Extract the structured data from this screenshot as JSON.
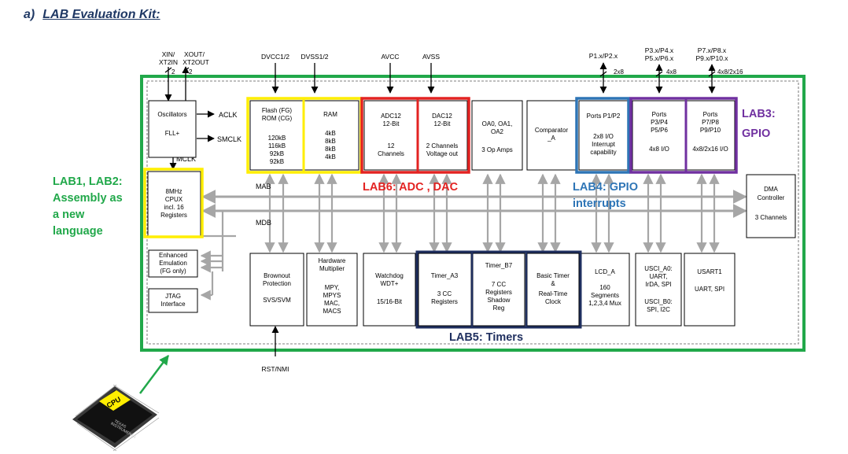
{
  "heading": {
    "prefix": "a)",
    "title": "LAB Evaluation Kit:"
  },
  "colors": {
    "green": "#21a84a",
    "yellow": "#ffee00",
    "red": "#e32322",
    "blue": "#2e75b6",
    "purple": "#7030a0",
    "navy": "#1f2f5f",
    "gray": "#a6a6a6"
  },
  "signals": {
    "xin": "XIN/",
    "xt2in": "XT2IN",
    "xout": "XOUT/",
    "xt2out": "XT2OUT",
    "osc_bus_a": "2",
    "osc_bus_b": "2",
    "dvcc": "DVCC1/2",
    "dvss": "DVSS1/2",
    "avcc": "AVCC",
    "avss": "AVSS",
    "p1p2": "P1.x/P2.x",
    "p1p2_bus": "2x8",
    "p3_l1": "P3.x/P4.x",
    "p3_l2": "P5.x/P6.x",
    "p3_bus": "4x8",
    "p7_l1": "P7.x/P8.x",
    "p7_l2": "P9.x/P10.x",
    "p7_bus": "4x8/2x16",
    "aclk": "ACLK",
    "smclk": "SMCLK",
    "mclk": "MCLK",
    "mab": "MAB",
    "mdb": "MDB",
    "rst": "RST/NMI"
  },
  "blocks": {
    "osc_l1": "Oscillators",
    "osc_l2": "FLL+",
    "flash_l1": "Flash (FG)",
    "flash_l2": "ROM (CG)",
    "flash_s1": "120kB",
    "flash_s2": "116kB",
    "flash_s3": "92kB",
    "flash_s4": "92kB",
    "ram_l1": "RAM",
    "ram_s1": "4kB",
    "ram_s2": "8kB",
    "ram_s3": "8kB",
    "ram_s4": "4kB",
    "adc_l1": "ADC12",
    "adc_l2": "12-Bit",
    "adc_l3": "12",
    "adc_l4": "Channels",
    "dac_l1": "DAC12",
    "dac_l2": "12-Bit",
    "dac_l3": "2 Channels",
    "dac_l4": "Voltage out",
    "oa_l1": "OA0, OA1,",
    "oa_l2": "OA2",
    "oa_l3": "3 Op Amps",
    "comp_l1": "Comparator",
    "comp_l2": "_A",
    "p12_l1": "Ports P1/P2",
    "p12_l2": "2x8 I/O",
    "p12_l3": "Interrupt",
    "p12_l4": "capability",
    "p36_l1": "Ports",
    "p36_l2": "P3/P4",
    "p36_l3": "P5/P6",
    "p36_l4": "4x8 I/O",
    "p710_l1": "Ports",
    "p710_l2": "P7/P8",
    "p710_l3": "P9/P10",
    "p710_l4": "4x8/2x16 I/O",
    "cpu_l1": "8MHz",
    "cpu_l2": "CPUX",
    "cpu_l3": "incl. 16",
    "cpu_l4": "Registers",
    "dma_l1": "DMA",
    "dma_l2": "Controller",
    "dma_l3": "3 Channels",
    "emu_l1": "Enhanced",
    "emu_l2": "Emulation",
    "emu_l3": "(FG only)",
    "jtag_l1": "JTAG",
    "jtag_l2": "Interface",
    "brown_l1": "Brownout",
    "brown_l2": "Protection",
    "brown_l3": "SVS/SVM",
    "mult_l1": "Hardware",
    "mult_l2": "Multiplier",
    "mult_l3": "MPY,",
    "mult_l4": "MPYS",
    "mult_l5": "MAC,",
    "mult_l6": "MACS",
    "wdt_l1": "Watchdog",
    "wdt_l2": "WDT+",
    "wdt_l3": "15/16-Bit",
    "ta_l1": "Timer_A3",
    "ta_l2": "3 CC",
    "ta_l3": "Registers",
    "tb_l1": "Timer_B7",
    "tb_l2": "7 CC",
    "tb_l3": "Registers",
    "tb_l4": "Shadow",
    "tb_l5": "Reg",
    "bt_l1": "Basic Timer",
    "bt_l2": "&",
    "bt_l3": "Real-Time",
    "bt_l4": "Clock",
    "lcd_l1": "LCD_A",
    "lcd_l2": "160",
    "lcd_l3": "Segments",
    "lcd_l4": "1,2,3,4 Mux",
    "usci_l1": "USCI_A0:",
    "usci_l2": "UART,",
    "usci_l3": "IrDA, SPI",
    "usci_l4": "USCI_B0:",
    "usci_l5": "SPI, I2C",
    "usart_l1": "USART1",
    "usart_l2": "UART, SPI"
  },
  "labs": {
    "lab12_l1": "LAB1, LAB2:",
    "lab12_l2": "Assembly as",
    "lab12_l3": "a new",
    "lab12_l4": "language",
    "lab3_l1": "LAB3:",
    "lab3_l2": "GPIO",
    "lab4_l1": "LAB4: GPIO",
    "lab4_l2": "interrupts",
    "lab5": "LAB5: Timers",
    "lab6": "LAB6: ADC , DAC"
  },
  "chip": {
    "label": "CPU",
    "brand_l1": "TEXAS",
    "brand_l2": "INSTRUMENTS"
  }
}
